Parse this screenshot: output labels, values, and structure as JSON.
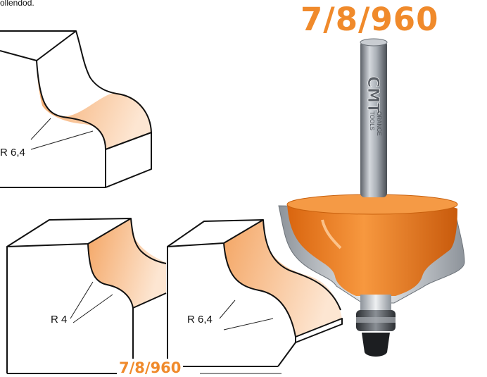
{
  "header": {
    "fragment_text": "ollendod."
  },
  "product": {
    "code": "7/8/960",
    "brand": "CMT",
    "brand_sub_1": "ORANGE",
    "brand_sub_2": "TOOLS"
  },
  "profiles": [
    {
      "radius_label": "R 6,4"
    },
    {
      "radius_label": "R 4"
    },
    {
      "radius_label": "R 6,4"
    }
  ],
  "colors": {
    "accent": "#f08a2b",
    "line": "#111111",
    "profile_fill": "#f6ae74",
    "shank": "#9aa0a8",
    "bearing": "#4a4d52"
  }
}
